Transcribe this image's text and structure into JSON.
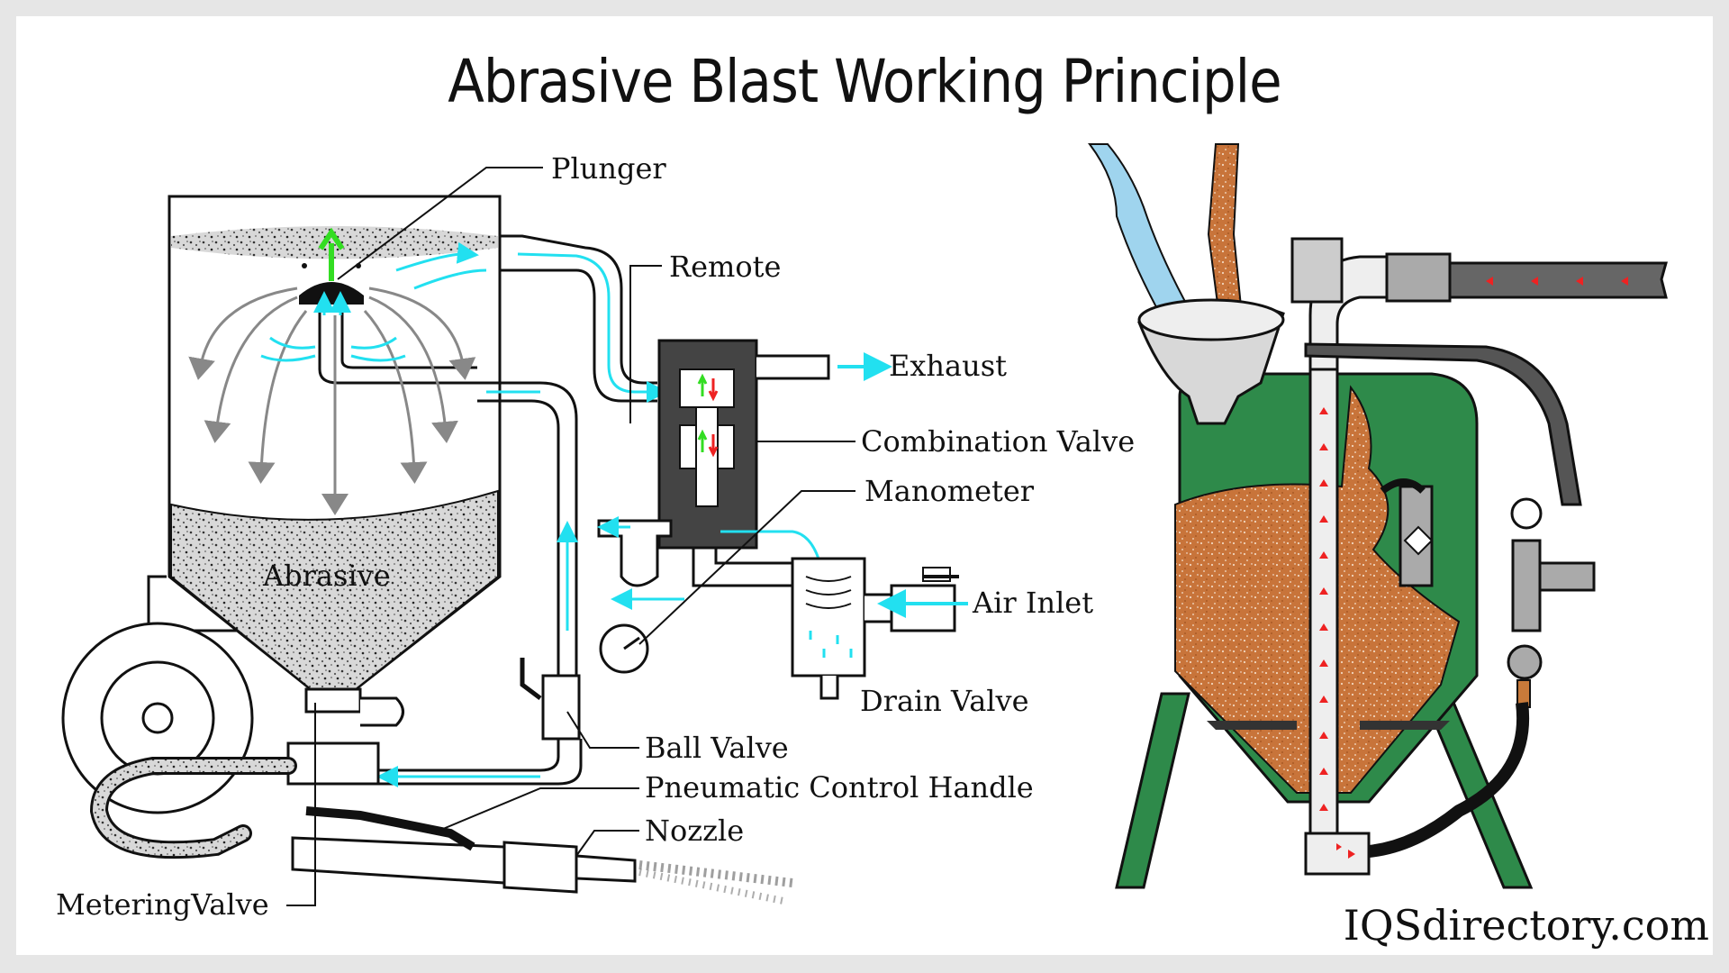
{
  "title": "Abrasive Blast Working Principle",
  "labels": {
    "plunger": "Plunger",
    "remote": "Remote",
    "exhaust": "Exhaust",
    "combination_valve": "Combination Valve",
    "manometer": "Manometer",
    "air_inlet": "Air Inlet",
    "drain_valve": "Drain Valve",
    "ball_valve": "Ball Valve",
    "pneumatic_control_handle": "Pneumatic Control Handle",
    "nozzle": "Nozzle",
    "metering_valve": "MeteringValve",
    "abrasive": "Abrasive"
  },
  "brand": "IQSdirectory.com",
  "colors": {
    "air_flow": "#22e0f0",
    "plunger_arrow": "#33dd22",
    "abrasive_fill": "#c8743a",
    "tank_green": "#2e8a4a",
    "flow_arrow_red": "#ee2222",
    "gravity_arrow": "#888888"
  }
}
